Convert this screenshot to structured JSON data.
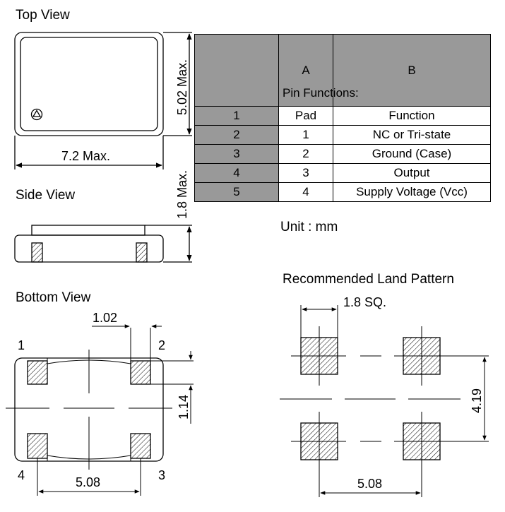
{
  "views": {
    "top": "Top View",
    "side": "Side View",
    "bottom": "Bottom View",
    "land": "Recommended Land Pattern"
  },
  "dimensions": {
    "top_height": "5.02 Max.",
    "top_width": "7.2 Max.",
    "side_height": "1.8 Max.",
    "pad_width": "1.02",
    "pad_height": "1.14",
    "bottom_pitch": "5.08",
    "land_sq": "1.8 SQ.",
    "land_pitch_v": "4.19",
    "land_pitch_h": "5.08"
  },
  "pins": {
    "p1": "1",
    "p2": "2",
    "p3": "3",
    "p4": "4"
  },
  "table": {
    "col_a": "A",
    "col_b": "B",
    "caption": "Pin Functions:",
    "rows": [
      {
        "n": "1",
        "pad": "Pad",
        "fn": "Function"
      },
      {
        "n": "2",
        "pad": "1",
        "fn": "NC or Tri-state"
      },
      {
        "n": "3",
        "pad": "2",
        "fn": "Ground (Case)"
      },
      {
        "n": "4",
        "pad": "3",
        "fn": "Output"
      },
      {
        "n": "5",
        "pad": "4",
        "fn": "Supply Voltage (Vcc)"
      }
    ]
  },
  "unit": "Unit : mm"
}
